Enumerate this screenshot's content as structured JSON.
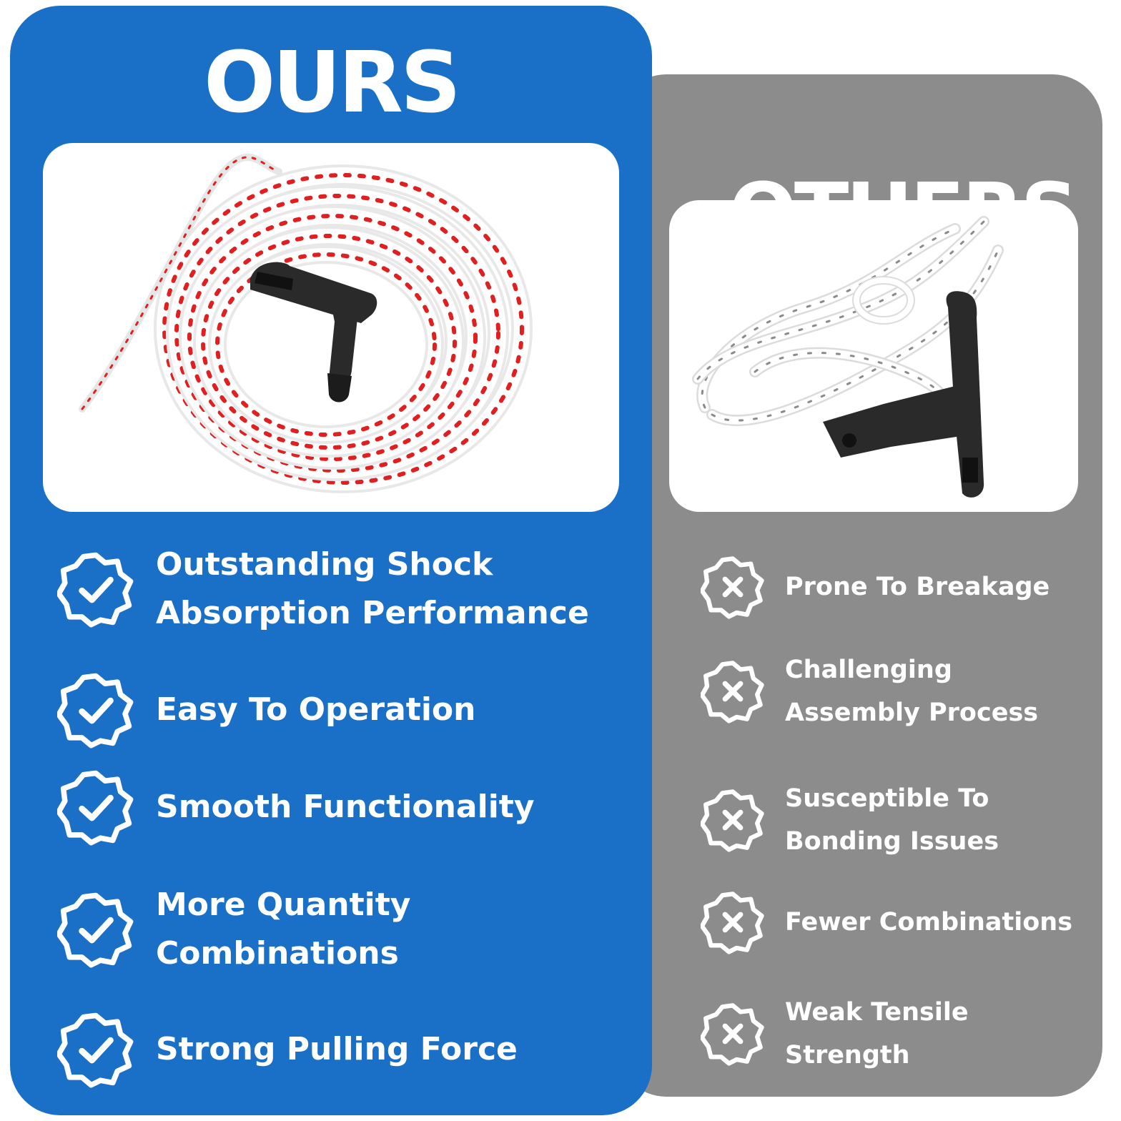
{
  "ours": {
    "heading": "OURS",
    "features": [
      "Outstanding Shock Absorption Performance",
      "Easy To Operation",
      "Smooth Functionality",
      "More Quantity Combinations",
      "Strong Pulling Force"
    ]
  },
  "others": {
    "heading": "OTHERS",
    "features": [
      "Prone To Breakage",
      "Challenging Assembly Process",
      "Susceptible To Bonding Issues",
      "Fewer Combinations",
      "Weak Tensile Strength"
    ]
  },
  "colors": {
    "ours_panel": "#1a6fc6",
    "others_panel": "#8c8c8c",
    "rope_accent": "#e02020",
    "handle": "#2a2a2a"
  }
}
